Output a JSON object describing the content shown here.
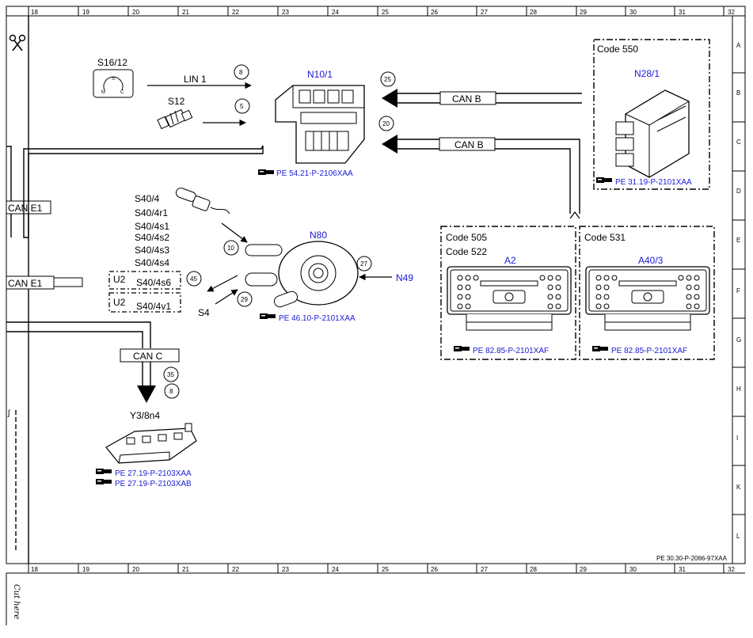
{
  "column_numbers": [
    "18",
    "19",
    "20",
    "21",
    "22",
    "23",
    "24",
    "25",
    "26",
    "27",
    "28",
    "29",
    "30",
    "31",
    "32"
  ],
  "row_letters": [
    "A",
    "B",
    "C",
    "D",
    "E",
    "F",
    "G",
    "H",
    "I",
    "K",
    "L"
  ],
  "sheet_ref": "PE 30.30-P-2066-97XAA",
  "cut_text": "Cut here",
  "components": {
    "s16_12": "S16/12",
    "s12": "S12",
    "n10_1": "N10/1",
    "n28_1": "N28/1",
    "n80": "N80",
    "n49": "N49",
    "a2": "A2",
    "a40_3": "A40/3",
    "y3_8n4": "Y3/8n4",
    "s4": "S4",
    "u2_a": "U2",
    "u2_b": "U2",
    "s40_list": [
      "S40/4",
      "S40/4r1",
      "S40/4s1",
      "S40/4s2",
      "S40/4s3",
      "S40/4s4"
    ],
    "s40_4s6": "S40/4s6",
    "s40_4v1": "S40/4v1",
    "switch_letters": {
      "s": "S",
      "m": "M",
      "c": "C"
    }
  },
  "codes": {
    "code_550": "Code 550",
    "code_505": "Code 505",
    "code_522": "Code 522",
    "code_531": "Code 531"
  },
  "buses": {
    "lin1": "LIN 1",
    "can_b_top": "CAN B",
    "can_b_bottom": "CAN B",
    "can_c": "CAN C",
    "can_e1_top": "CAN E1",
    "can_e1_mid": "CAN E1"
  },
  "connectors": {
    "c8_top": "8",
    "c5": "5",
    "c25": "25",
    "c20": "20",
    "c10": "10",
    "c27": "27",
    "c45": "45",
    "c29": "29",
    "c35": "35",
    "c8_bottom": "8"
  },
  "refs": {
    "n10_1": "PE 54.21-P-2106XAA",
    "n28_1": "PE 31.19-P-2101XAA",
    "n80": "PE 46.10-P-2101XAA",
    "a2": "PE 82.85-P-2101XAF",
    "a40_3": "PE 82.85-P-2101XAF",
    "y3_a": "PE 27.19-P-2103XAA",
    "y3_b": "PE 27.19-P-2103XAB"
  },
  "icons": [
    "scissors-icon",
    "book-reference-icon",
    "stalk-switch-icon",
    "connector-plug-icon",
    "control-unit-icon",
    "radio-unit-icon",
    "valve-block-icon"
  ]
}
